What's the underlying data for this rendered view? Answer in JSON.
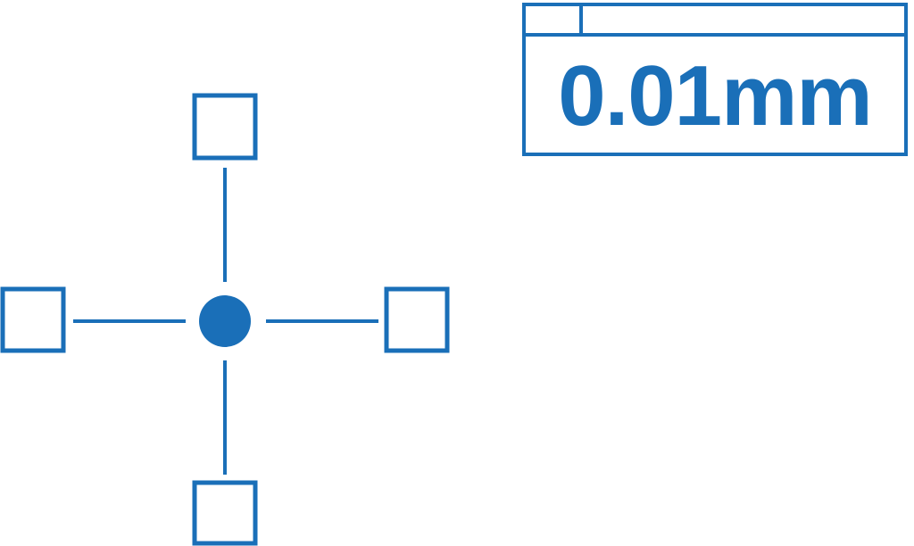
{
  "colors": {
    "primary": "#1a6fb8",
    "background": "#ffffff"
  },
  "readout": {
    "value": "0.01mm"
  },
  "diagram": {
    "center": "filled-circle",
    "directions": [
      "up",
      "right",
      "down",
      "left"
    ],
    "node_shape": "hollow-square"
  }
}
